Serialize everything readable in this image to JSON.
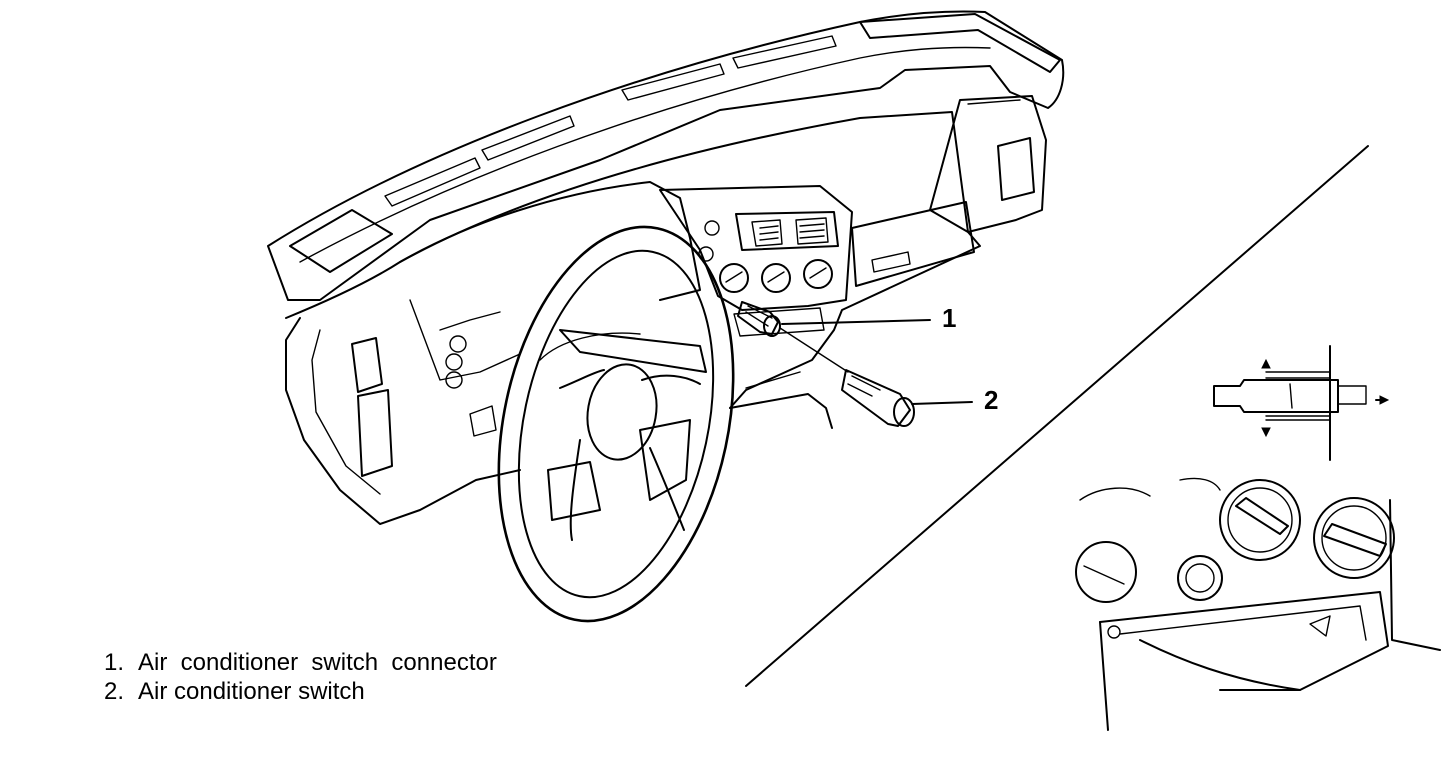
{
  "callouts": [
    {
      "number": "1"
    },
    {
      "number": "2"
    }
  ],
  "legend": [
    {
      "number": "1.",
      "text": "Air  conditioner  switch  connector"
    },
    {
      "number": "2.",
      "text": "Air conditioner switch"
    }
  ]
}
